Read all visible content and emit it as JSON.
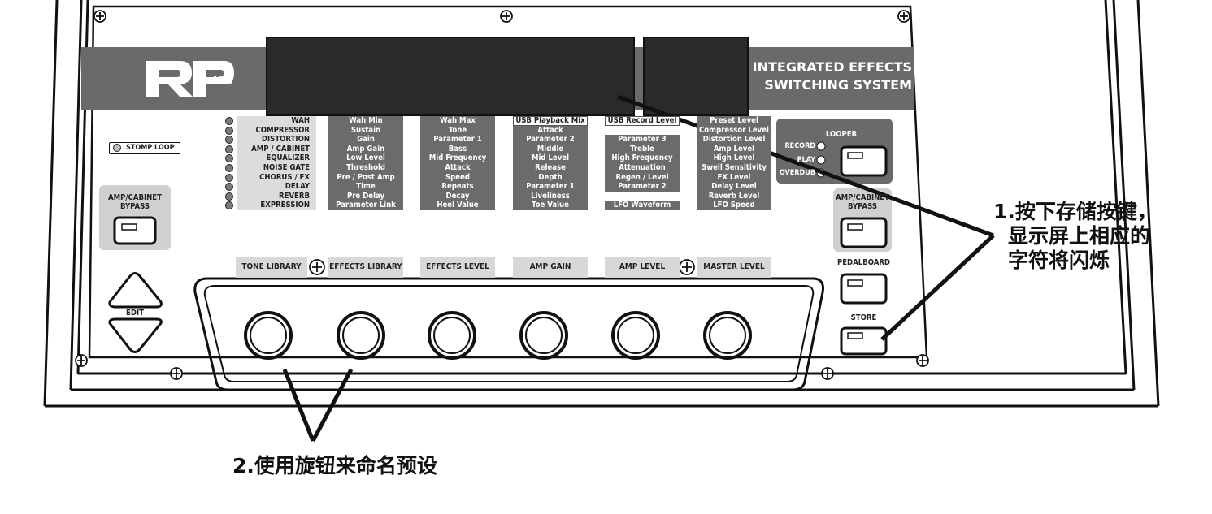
{
  "brand": {
    "logo_main": "RP",
    "logo_sub": "1000"
  },
  "header_right": {
    "line1": "INTEGRATED EFFECTS",
    "line2": "SWITCHING SYSTEM"
  },
  "stomp_loop": "STOMP LOOP",
  "amp_bypass_left": {
    "line1": "AMP/CABINET",
    "line2": "BYPASS"
  },
  "edit_label": "EDIT",
  "effects": [
    "WAH",
    "COMPRESSOR",
    "DISTORTION",
    "AMP / CABINET",
    "EQUALIZER",
    "NOISE GATE",
    "CHORUS / FX",
    "DELAY",
    "REVERB",
    "EXPRESSION"
  ],
  "param_columns": [
    [
      "Wah Min",
      "Sustain",
      "Gain",
      "Amp Gain",
      "Low Level",
      "Threshold",
      "Pre / Post Amp",
      "Time",
      "Pre Delay",
      "Parameter Link"
    ],
    [
      "Wah Max",
      "Tone",
      "Parameter 1",
      "Bass",
      "Mid Frequency",
      "Attack",
      "Speed",
      "Repeats",
      "Decay",
      "Heel Value"
    ],
    [
      "USB Playback Mix",
      "Attack",
      "Parameter 2",
      "Middle",
      "Mid Level",
      "Release",
      "Depth",
      "Parameter 1",
      "Liveliness",
      "Toe Value"
    ],
    [
      "USB Record Level",
      "",
      "Parameter 3",
      "Treble",
      "High Frequency",
      "Attenuation",
      "Regen / Level",
      "Parameter 2",
      "",
      "LFO Waveform"
    ],
    [
      "Preset Level",
      "Compressor Level",
      "Distortion Level",
      "Amp Level",
      "High Level",
      "Swell Sensitivity",
      "FX Level",
      "Delay Level",
      "Reverb Level",
      "LFO Speed"
    ]
  ],
  "knob_labels": [
    "TONE LIBRARY",
    "EFFECTS LIBRARY",
    "EFFECTS LEVEL",
    "AMP GAIN",
    "AMP LEVEL",
    "MASTER LEVEL"
  ],
  "looper": {
    "title": "LOOPER",
    "record": "RECORD",
    "play": "PLAY",
    "overdub": "OVERDUB"
  },
  "amp_bypass_right": {
    "line1": "AMP/CABINET",
    "line2": "BYPASS"
  },
  "pedalboard": "PEDALBOARD",
  "store": "STORE",
  "annotation1": {
    "line1": "1.按下存储按键，",
    "line2": "显示屏上相应的",
    "line3": "字符将闪烁"
  },
  "annotation2": "2.使用旋钮来命名预设"
}
